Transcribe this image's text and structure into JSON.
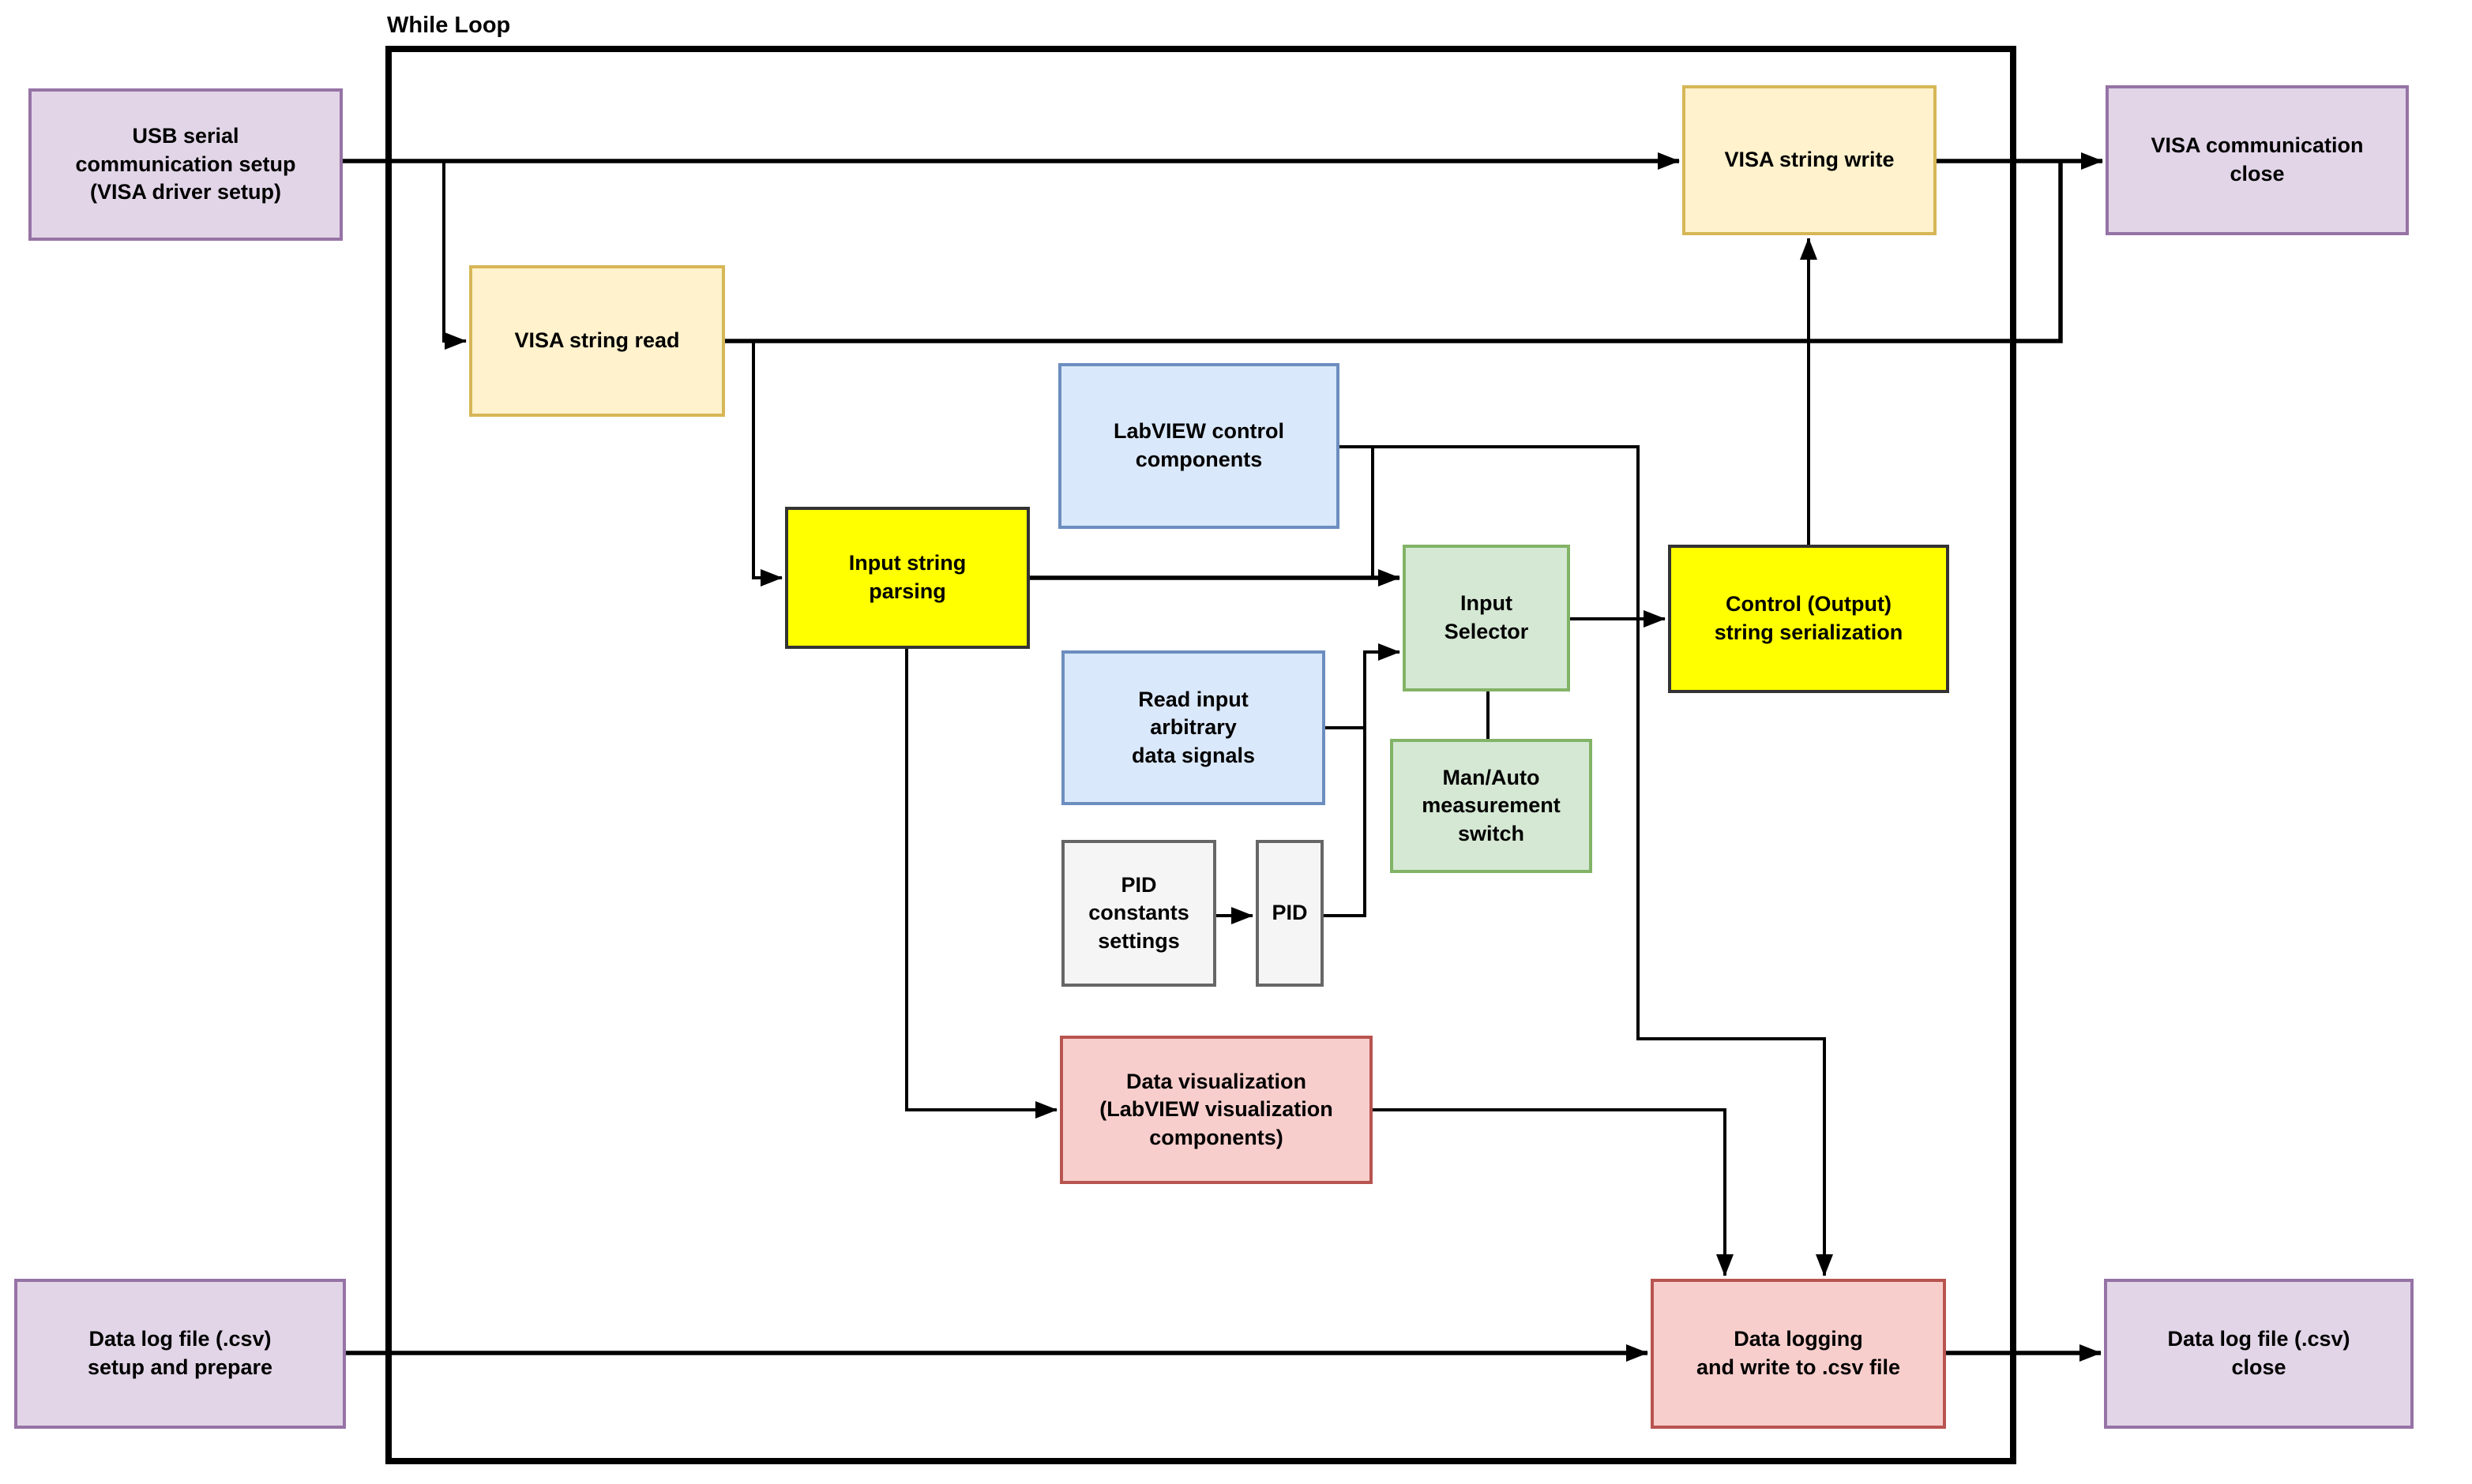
{
  "loop": {
    "label": "While Loop"
  },
  "nodes": {
    "usb_setup": {
      "label": "USB serial\ncommunication setup\n(VISA driver setup)",
      "fill": "#E1D5E7",
      "stroke": "#9673A6"
    },
    "visa_write": {
      "label": "VISA string write",
      "fill": "#FFF2CC",
      "stroke": "#D6B656"
    },
    "visa_close": {
      "label": "VISA communication\nclose",
      "fill": "#E1D5E7",
      "stroke": "#9673A6"
    },
    "visa_read": {
      "label": "VISA string read",
      "fill": "#FFF2CC",
      "stroke": "#D6B656"
    },
    "labview_control": {
      "label": "LabVIEW control\ncomponents",
      "fill": "#DAE8FC",
      "stroke": "#6C8EBF"
    },
    "input_parsing": {
      "label": "Input string\nparsing",
      "fill": "#FFFF00",
      "stroke": "#333333"
    },
    "input_selector": {
      "label": "Input\nSelector",
      "fill": "#D5E8D4",
      "stroke": "#82B366"
    },
    "control_serial": {
      "label": "Control (Output)\nstring serialization",
      "fill": "#FFFF00",
      "stroke": "#333333"
    },
    "read_input": {
      "label": "Read input\narbitrary\ndata signals",
      "fill": "#DAE8FC",
      "stroke": "#6C8EBF"
    },
    "man_auto": {
      "label": "Man/Auto\nmeasurement\nswitch",
      "fill": "#D5E8D4",
      "stroke": "#82B366"
    },
    "pid_constants": {
      "label": "PID\nconstants\nsettings",
      "fill": "#F5F5F5",
      "stroke": "#666666"
    },
    "pid": {
      "label": "PID",
      "fill": "#F5F5F5",
      "stroke": "#666666"
    },
    "data_vis": {
      "label": "Data visualization\n(LabVIEW visualization\ncomponents)",
      "fill": "#F8CECC",
      "stroke": "#B85450"
    },
    "data_logging": {
      "label": "Data logging\nand write to .csv file",
      "fill": "#F8CECC",
      "stroke": "#B85450"
    },
    "datalog_setup": {
      "label": "Data log file (.csv)\nsetup and prepare",
      "fill": "#E1D5E7",
      "stroke": "#9673A6"
    },
    "datalog_close": {
      "label": "Data log file (.csv)\nclose",
      "fill": "#E1D5E7",
      "stroke": "#9673A6"
    }
  },
  "connections": [
    {
      "from": "USB serial communication setup (VISA driver setup)",
      "to": "VISA string write",
      "arrow": true
    },
    {
      "from": "USB serial communication setup (VISA driver setup)",
      "to": "VISA string read",
      "arrow": true
    },
    {
      "from": "VISA string read",
      "to": "VISA communication close",
      "arrow": true
    },
    {
      "from": "VISA string write",
      "to": "VISA communication close",
      "arrow": true
    },
    {
      "from": "VISA string read",
      "to": "Input string parsing",
      "arrow": true
    },
    {
      "from": "Input string parsing",
      "to": "Input Selector",
      "arrow": true
    },
    {
      "from": "LabVIEW control components",
      "to": "Input Selector",
      "arrow": true
    },
    {
      "from": "LabVIEW control components",
      "to": "Data logging and write to .csv file",
      "arrow": true
    },
    {
      "from": "Read input arbitrary data signals",
      "to": "Input Selector",
      "arrow": true
    },
    {
      "from": "PID constants settings",
      "to": "PID",
      "arrow": true
    },
    {
      "from": "PID",
      "to": "Input Selector",
      "arrow": true
    },
    {
      "from": "Input Selector",
      "to": "Control (Output) string serialization",
      "arrow": true
    },
    {
      "from": "Control (Output) string serialization",
      "to": "VISA string write",
      "arrow": true
    },
    {
      "from": "Input Selector",
      "to": "Man/Auto measurement switch",
      "arrow": false
    },
    {
      "from": "Input string parsing",
      "to": "Data visualization (LabVIEW visualization components)",
      "arrow": true
    },
    {
      "from": "Data visualization (LabVIEW visualization components)",
      "to": "Data logging and write to .csv file",
      "arrow": true
    },
    {
      "from": "Data log file (.csv) setup and prepare",
      "to": "Data logging and write to .csv file",
      "arrow": true
    },
    {
      "from": "Data logging and write to .csv file",
      "to": "Data log file (.csv) close",
      "arrow": true
    }
  ]
}
